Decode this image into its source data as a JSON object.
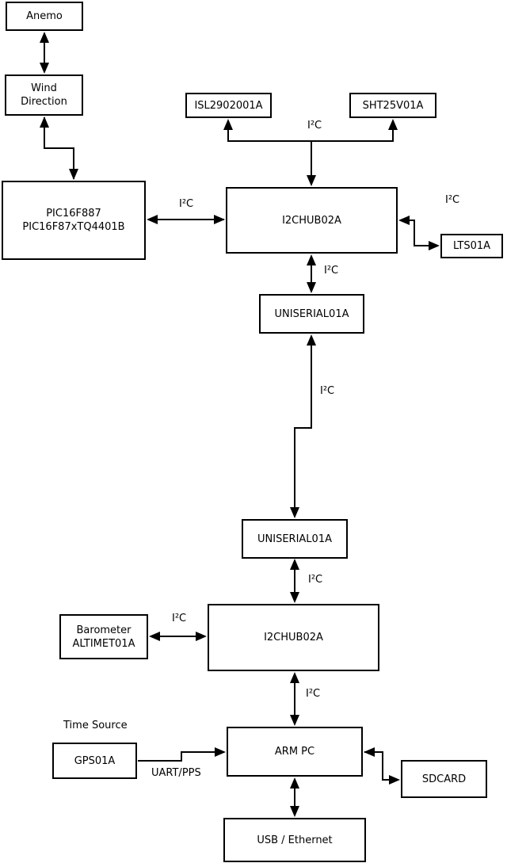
{
  "nodes": {
    "anemo": {
      "label": "Anemo"
    },
    "wind_direction": {
      "label": "Wind\nDirection"
    },
    "pic": {
      "label": "PIC16F887\nPIC16F87xTQ4401B"
    },
    "isl": {
      "label": "ISL2902001A"
    },
    "sht": {
      "label": "SHT25V01A"
    },
    "hub_top": {
      "label": "I2CHUB02A"
    },
    "lts": {
      "label": "LTS01A"
    },
    "uniserial_top": {
      "label": "UNISERIAL01A"
    },
    "uniserial_bottom": {
      "label": "UNISERIAL01A"
    },
    "hub_bottom": {
      "label": "I2CHUB02A"
    },
    "barometer": {
      "label": "Barometer\nALTIMET01A"
    },
    "gps": {
      "label": "GPS01A"
    },
    "arm_pc": {
      "label": "ARM PC"
    },
    "sdcard": {
      "label": "SDCARD"
    },
    "usb_ethernet": {
      "label": "USB / Ethernet"
    }
  },
  "labels": {
    "time_source": "Time Source",
    "uart_pps": "UART/PPS",
    "i2c_pic_hub": "I²C",
    "i2c_sensors": "I²C",
    "i2c_lts": "I²C",
    "i2c_hub_uniserial": "I²C",
    "i2c_long_link": "I²C",
    "i2c_uniserial_hub": "I²C",
    "i2c_barometer": "I²C",
    "i2c_hub_armpc": "I²C"
  },
  "colors": {
    "line": "#000000",
    "background": "#ffffff"
  }
}
